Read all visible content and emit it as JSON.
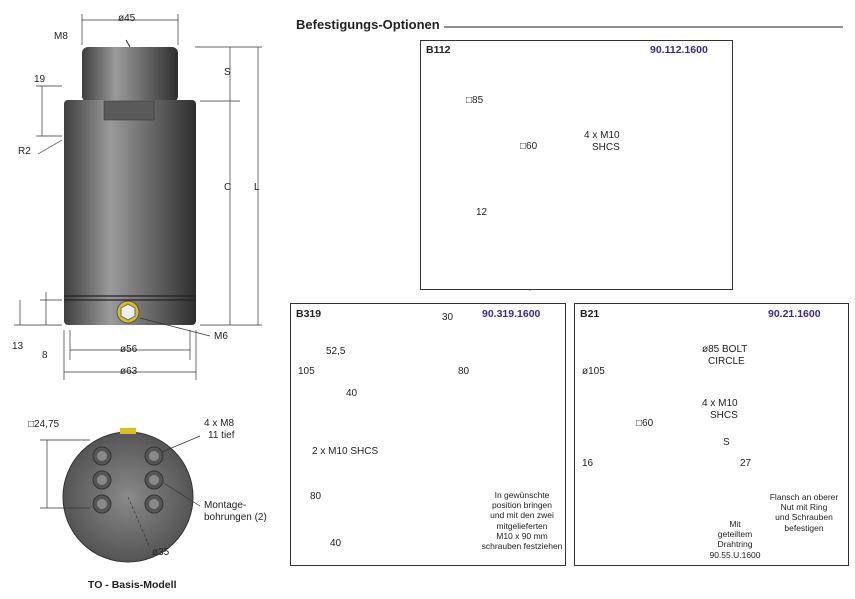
{
  "section_title": "Befestigungs-Optionen",
  "main": {
    "caption": "TO - Basis-Modell",
    "dims": {
      "d45": "ø45",
      "m8": "M8",
      "d19": "19",
      "s": "S",
      "r2": "R2",
      "c": "C",
      "l": "L",
      "d13": "13",
      "d8": "8",
      "d56": "ø56",
      "m6": "M6",
      "d63": "ø63",
      "sq2475": "□24,75",
      "m8x4_1": "4 x M8",
      "m8x4_2": "11 tief",
      "montage_1": "Montage-",
      "montage_2": "bohrungen (2)",
      "d35": "ø35"
    }
  },
  "b112": {
    "code": "B112",
    "part": "90.112.1600",
    "sq85": "□85",
    "sq60": "□60",
    "screw_1": "4 x M10",
    "screw_2": "SHCS",
    "d12": "12"
  },
  "b319": {
    "code": "B319",
    "part": "90.319.1600",
    "d30": "30",
    "d52": "52,5",
    "d105": "105",
    "d40a": "40",
    "d80a": "80",
    "screws": "2 x M10 SHCS",
    "d80b": "80",
    "d40b": "40",
    "note": [
      "In gewünschte",
      "position bringen",
      "und mit den zwei",
      "mitgelieferten",
      "M10 x 90 mm",
      "schrauben festziehen"
    ]
  },
  "b21": {
    "code": "B21",
    "part": "90.21.1600",
    "d105": "ø105",
    "bolt_1": "ø85 BOLT",
    "bolt_2": "CIRCLE",
    "screw_1": "4 x M10",
    "screw_2": "SHCS",
    "sq60": "□60",
    "s": "S",
    "d16": "16",
    "d27": "27",
    "ring": [
      "Mit",
      "geteiltem",
      "Drahtring",
      "90.55.U.1600"
    ],
    "flange": [
      "Flansch an oberer",
      "Nut mit Ring",
      "und Schrauben",
      "befestigen"
    ]
  }
}
